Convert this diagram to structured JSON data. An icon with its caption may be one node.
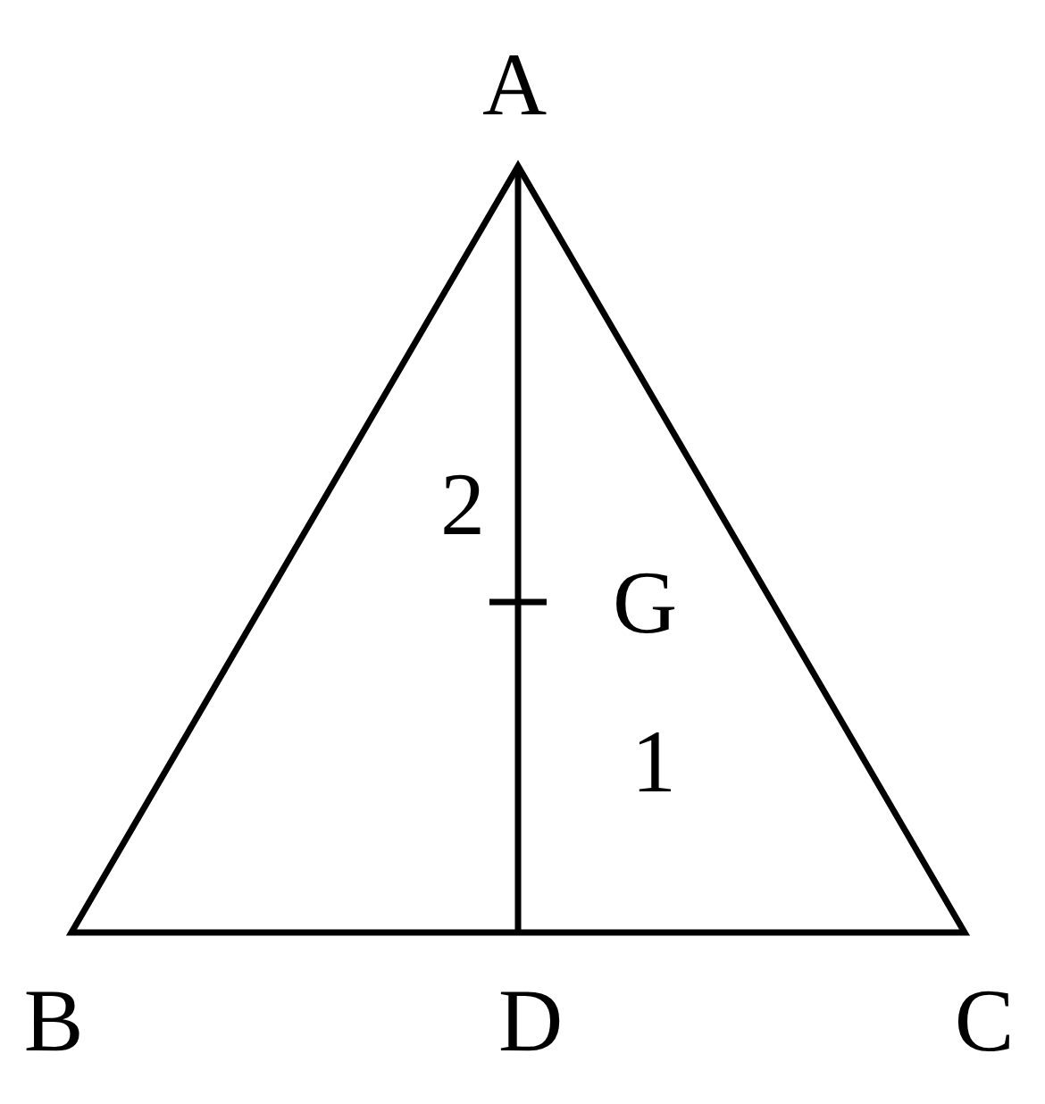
{
  "diagram": {
    "labels": [
      "A",
      "2",
      "G",
      "1",
      "B",
      "D",
      "C"
    ]
  }
}
